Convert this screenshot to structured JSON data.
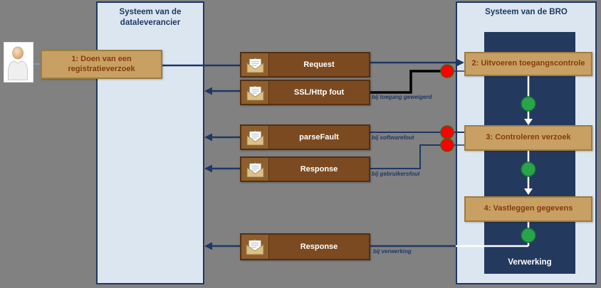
{
  "lanes": [
    {
      "title": "Systeem van de dataleverancier"
    },
    {
      "title": "Systeem van de BRO",
      "panel_label": "Verwerking"
    }
  ],
  "actor": {
    "icon": "person-icon"
  },
  "steps": [
    {
      "label": "1: Doen van een registratieverzoek"
    },
    {
      "label": "2: Uitvoeren toegangscontrole"
    },
    {
      "label": "3: Controleren verzoek"
    },
    {
      "label": "4: Vastleggen gegevens"
    }
  ],
  "messages": [
    {
      "label": "Request",
      "icon": "envelope-icon",
      "direction": "to-bro"
    },
    {
      "label": "SSL/Http fout",
      "icon": "envelope-icon",
      "direction": "to-dataleverancier",
      "condition": "bij toegang geweigerd"
    },
    {
      "label": "parseFault",
      "icon": "envelope-icon",
      "direction": "to-dataleverancier",
      "condition": "bij softwarefout"
    },
    {
      "label": "Response",
      "icon": "envelope-icon",
      "direction": "to-dataleverancier",
      "condition": "bij gebruikersfout"
    },
    {
      "label": "Response",
      "icon": "envelope-icon",
      "direction": "to-dataleverancier",
      "condition": "bij verwerking"
    }
  ],
  "markers": {
    "red_dot": "error-exit-dot",
    "green_dot": "success-flow-dot"
  },
  "colors": {
    "background": "#818181",
    "lane_fill": "#dce6f1",
    "lane_border": "#1f3864",
    "panel_fill": "#24395e",
    "step_fill": "#c9a064",
    "step_border": "#9e7d3e",
    "step_text": "#843c0c",
    "message_fill": "#7b4a21",
    "message_border": "#533012",
    "envelope_tile": "#8d5e2e",
    "wire_navy": "#1f3864",
    "wire_black": "#000000",
    "wire_white": "#ffffff",
    "dot_red": "#fe0000",
    "dot_green": "#29a449"
  }
}
